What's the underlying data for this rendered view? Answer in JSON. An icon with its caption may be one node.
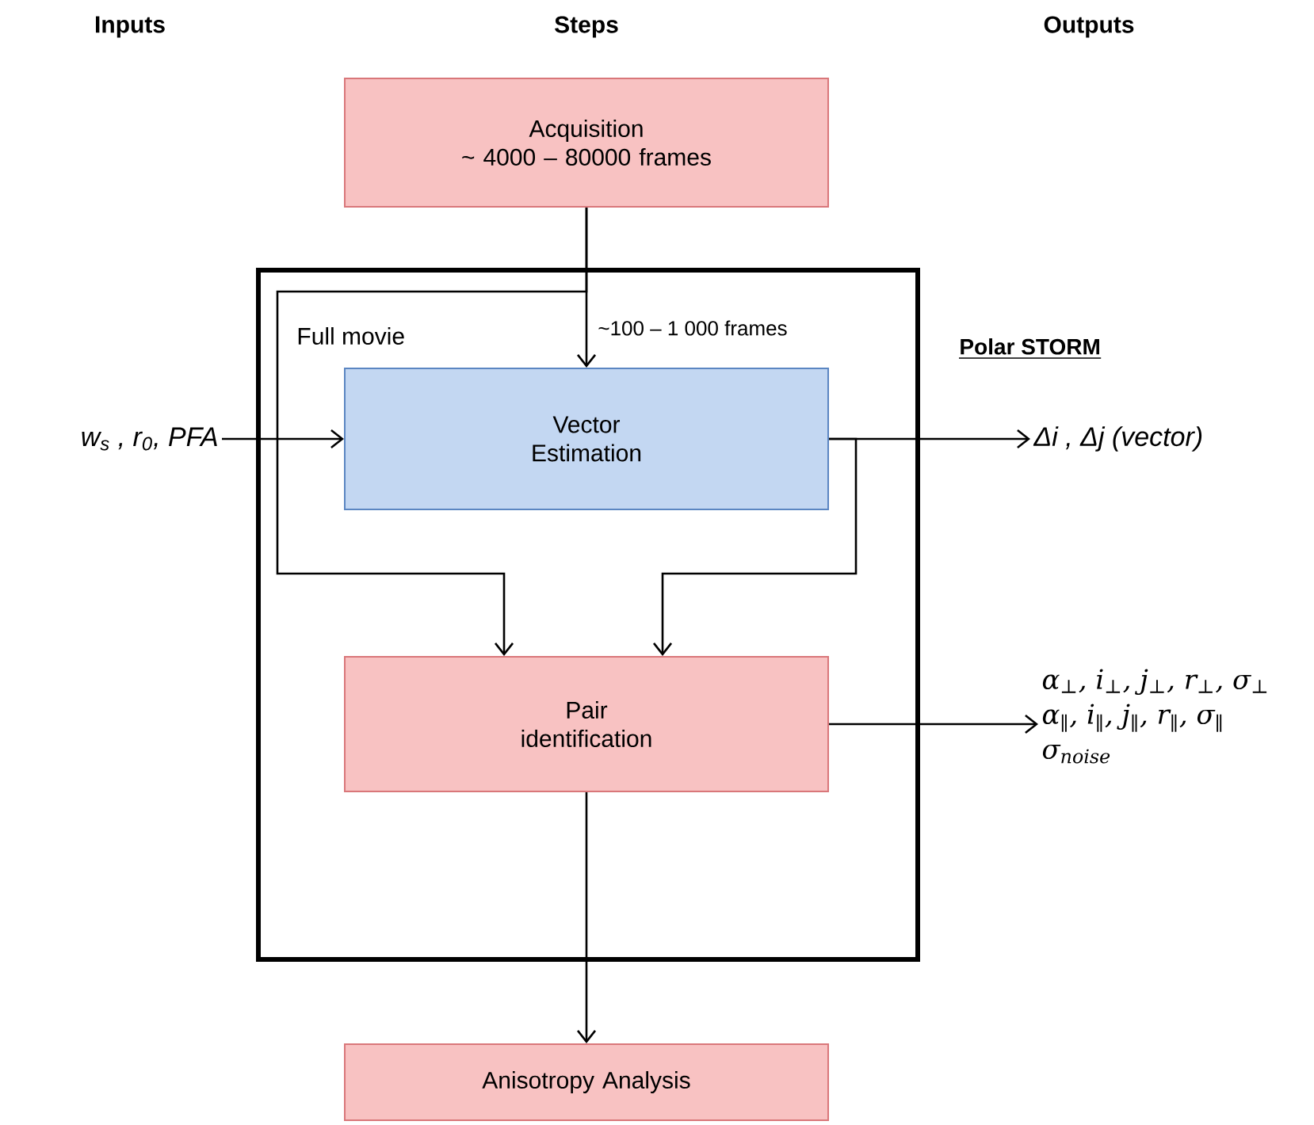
{
  "diagram": {
    "nodes": [
      {
        "text": [
          "Polar STORM"
        ]
      },
      {
        "text": [
          "Acquisition",
          "~ 4000 – 80000 frames"
        ]
      },
      {
        "text": [
          "Vector Estimation"
        ],
        "in": 0
      },
      {
        "text": [
          "Pair identification"
        ],
        "in": 0
      },
      {
        "text": [
          "Anisotropy Analysis"
        ]
      },
      {
        "text": [
          "w$_{s}$ , r$_{0}$, PFA"
        ]
      },
      {
        "text": [
          "Δi , Δj (vector)"
        ]
      },
      {
        "text": [
          "α$_{⊥}$, i$_{⊥}$, j$_{⊥}$, r$_{⊥}$, σ$_{⊥}$",
          "α$_{∥}$, i$_{∥}$, j$_{∥}$, r$_{∥}$, σ$_{∥}$",
          "σ$_{noise}$"
        ]
      }
    ],
    "edges": [
      {
        "from": 1,
        "to": 2,
        "arrow": "to",
        "label": "~100 – 1 000 frames"
      },
      {
        "from": 1,
        "to": 3,
        "arrow": "to",
        "label": "Full movie"
      },
      {
        "from": 5,
        "to": 2,
        "arrow": "to"
      },
      {
        "from": 2,
        "to": 6,
        "arrow": "to"
      },
      {
        "from": 2,
        "to": 3,
        "arrow": "to"
      },
      {
        "from": 3,
        "to": 7,
        "arrow": "to"
      },
      {
        "from": 3,
        "to": 4,
        "arrow": "to"
      }
    ],
    "labels": [
      "Inputs",
      "Steps",
      "Outputs"
    ]
  }
}
